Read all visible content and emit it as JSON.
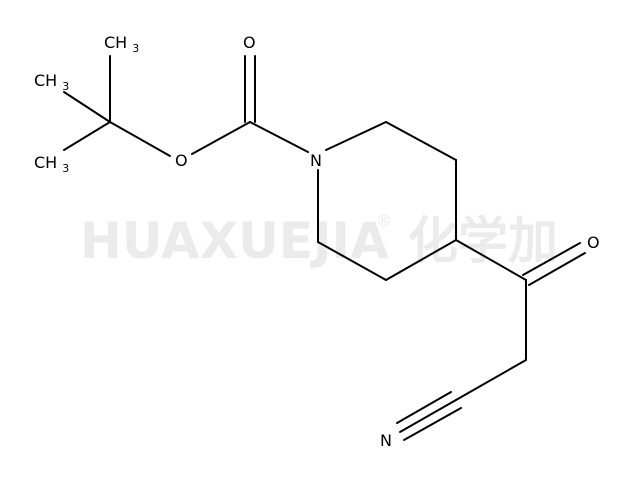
{
  "watermark": {
    "brand": "HUAXUEJIA",
    "registered": "®",
    "chinese": "化学加"
  },
  "molecule": {
    "labels": {
      "ch3_top": "CH3",
      "ch3_left": "CH3",
      "ch3_bottom": "CH3",
      "o_carbonyl": "O",
      "o_ester": "O",
      "n_ring": "N",
      "o_ketone": "O",
      "n_nitrile": "N"
    }
  }
}
